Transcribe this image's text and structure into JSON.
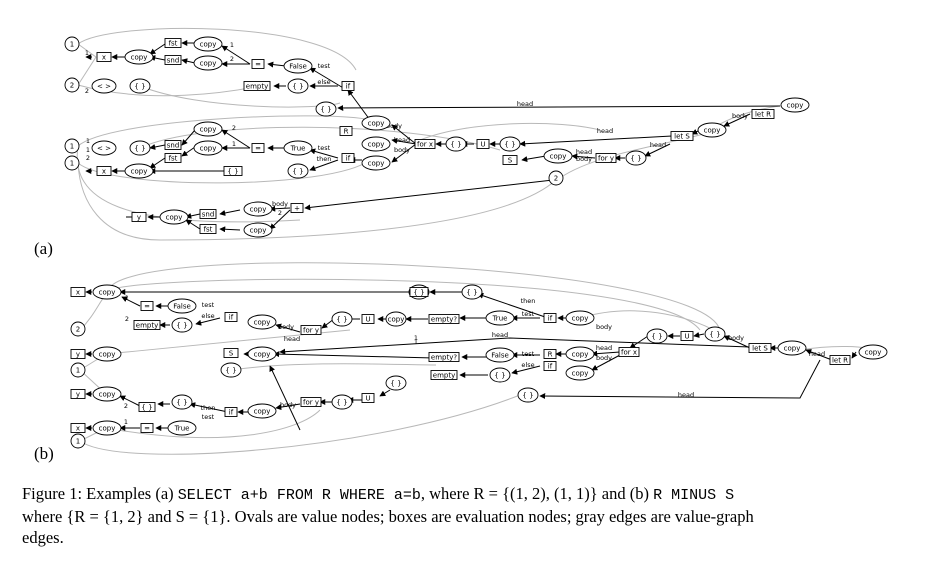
{
  "figure": {
    "label_a": "(a)",
    "label_b": "(b)"
  },
  "caption": {
    "lead": "Figure 1: Examples (a) ",
    "code1": "SELECT a+b FROM R WHERE a=b",
    "mid1": ", where R = {(1, 2), (1, 1)} and (b) ",
    "code2": "R MINUS S",
    "line2": "where {R = {1, 2} and S = {1}. Ovals are value nodes; boxes are evaluation nodes; gray edges are value-graph",
    "line3": "edges."
  },
  "graph_a": {
    "value_nodes": [
      {
        "id": "a1",
        "text": "1"
      },
      {
        "id": "a2",
        "text": "copy"
      },
      {
        "id": "a3",
        "text": "copy"
      },
      {
        "id": "a4",
        "text": "copy"
      },
      {
        "id": "a5",
        "text": "False"
      },
      {
        "id": "a6",
        "text": "2"
      },
      {
        "id": "a7",
        "text": "< >"
      },
      {
        "id": "a8",
        "text": "{ }"
      },
      {
        "id": "a9",
        "text": "{ }"
      },
      {
        "id": "a10",
        "text": "{ }"
      },
      {
        "id": "a11",
        "text": "copy"
      },
      {
        "id": "a12",
        "text": "copy"
      },
      {
        "id": "a13",
        "text": "1"
      },
      {
        "id": "a14",
        "text": "< >"
      },
      {
        "id": "a15",
        "text": "{ }"
      },
      {
        "id": "a16",
        "text": "copy"
      },
      {
        "id": "a17",
        "text": "copy"
      },
      {
        "id": "a18",
        "text": "True"
      },
      {
        "id": "a19",
        "text": "1"
      },
      {
        "id": "a20",
        "text": "copy"
      },
      {
        "id": "a21",
        "text": "{ }"
      },
      {
        "id": "a22",
        "text": "copy"
      },
      {
        "id": "a23",
        "text": "copy"
      },
      {
        "id": "a24",
        "text": "{ }"
      },
      {
        "id": "a25",
        "text": "{ }"
      },
      {
        "id": "a26",
        "text": "copy"
      },
      {
        "id": "a27",
        "text": "{ }"
      },
      {
        "id": "a28",
        "text": "2"
      },
      {
        "id": "a29",
        "text": "copy"
      },
      {
        "id": "a30",
        "text": "copy"
      },
      {
        "id": "a31",
        "text": "copy"
      },
      {
        "id": "a32",
        "text": "copy"
      },
      {
        "id": "a33",
        "text": "copy"
      }
    ],
    "eval_nodes": [
      {
        "id": "b1",
        "text": "fst"
      },
      {
        "id": "b2",
        "text": "snd"
      },
      {
        "id": "b3",
        "text": "x"
      },
      {
        "id": "b4",
        "text": "="
      },
      {
        "id": "b5",
        "text": "empty"
      },
      {
        "id": "b6",
        "text": "if"
      },
      {
        "id": "b7",
        "text": "R"
      },
      {
        "id": "b8",
        "text": "snd"
      },
      {
        "id": "b9",
        "text": "fst"
      },
      {
        "id": "b10",
        "text": "="
      },
      {
        "id": "b11",
        "text": "if"
      },
      {
        "id": "b12",
        "text": "x"
      },
      {
        "id": "b13",
        "text": "{ }"
      },
      {
        "id": "b14",
        "text": "for x"
      },
      {
        "id": "b15",
        "text": "U"
      },
      {
        "id": "b16",
        "text": "S"
      },
      {
        "id": "b17",
        "text": "for y"
      },
      {
        "id": "b18",
        "text": "y"
      },
      {
        "id": "b19",
        "text": "snd"
      },
      {
        "id": "b20",
        "text": "fst"
      },
      {
        "id": "b21",
        "text": "+"
      },
      {
        "id": "b22",
        "text": "let S"
      },
      {
        "id": "b23",
        "text": "let R"
      }
    ],
    "edge_labels": [
      "1",
      "2",
      "1",
      "2",
      "test",
      "else",
      "head",
      "body",
      "head",
      "body",
      "head",
      "2",
      "1",
      "test",
      "then",
      "head",
      "body",
      "head",
      "body",
      "body",
      "2",
      "1",
      "1",
      "2"
    ]
  },
  "graph_b": {
    "value_nodes": [
      {
        "id": "c1",
        "text": "copy"
      },
      {
        "id": "c2",
        "text": "{ }"
      },
      {
        "id": "c3",
        "text": "False"
      },
      {
        "id": "c4",
        "text": "{ }"
      },
      {
        "id": "c5",
        "text": "2"
      },
      {
        "id": "c6",
        "text": "copy"
      },
      {
        "id": "c7",
        "text": "{ }"
      },
      {
        "id": "c8",
        "text": "{ }"
      },
      {
        "id": "c9",
        "text": "True"
      },
      {
        "id": "c10",
        "text": "copy"
      },
      {
        "id": "c11",
        "text": "copy"
      },
      {
        "id": "c12",
        "text": "1"
      },
      {
        "id": "c13",
        "text": "copy"
      },
      {
        "id": "c14",
        "text": "{ }"
      },
      {
        "id": "c15",
        "text": "False"
      },
      {
        "id": "c16",
        "text": "copy"
      },
      {
        "id": "c17",
        "text": "copy"
      },
      {
        "id": "c18",
        "text": "{ }"
      },
      {
        "id": "c19",
        "text": "{ }"
      },
      {
        "id": "c20",
        "text": "copy"
      },
      {
        "id": "c21",
        "text": "copy"
      },
      {
        "id": "c22",
        "text": "{ }"
      },
      {
        "id": "c23",
        "text": "{ }"
      },
      {
        "id": "c24",
        "text": "copy"
      },
      {
        "id": "c25",
        "text": "{ }"
      },
      {
        "id": "c26",
        "text": "{ }"
      },
      {
        "id": "c27",
        "text": "copy"
      },
      {
        "id": "c28",
        "text": "True"
      },
      {
        "id": "c29",
        "text": "1"
      },
      {
        "id": "c30",
        "text": "copy"
      },
      {
        "id": "c31",
        "text": "{ }"
      },
      {
        "id": "c32",
        "text": "{ }"
      },
      {
        "id": "c33",
        "text": "copy"
      },
      {
        "id": "c34",
        "text": "{ }"
      },
      {
        "id": "c35",
        "text": "{ }"
      }
    ],
    "eval_nodes": [
      {
        "id": "d1",
        "text": "x"
      },
      {
        "id": "d2",
        "text": "{ }"
      },
      {
        "id": "d3",
        "text": "="
      },
      {
        "id": "d4",
        "text": "empty"
      },
      {
        "id": "d5",
        "text": "if"
      },
      {
        "id": "d6",
        "text": "for y"
      },
      {
        "id": "d7",
        "text": "U"
      },
      {
        "id": "d8",
        "text": "empty?"
      },
      {
        "id": "d9",
        "text": "if"
      },
      {
        "id": "d10",
        "text": "y"
      },
      {
        "id": "d11",
        "text": "S"
      },
      {
        "id": "d12",
        "text": "empty?"
      },
      {
        "id": "d13",
        "text": "empty"
      },
      {
        "id": "d14",
        "text": "R"
      },
      {
        "id": "d15",
        "text": "if"
      },
      {
        "id": "d16",
        "text": "for x"
      },
      {
        "id": "d17",
        "text": "U"
      },
      {
        "id": "d18",
        "text": "let S"
      },
      {
        "id": "d19",
        "text": "let R"
      },
      {
        "id": "d20",
        "text": "y"
      },
      {
        "id": "d21",
        "text": "{ }"
      },
      {
        "id": "d22",
        "text": "if"
      },
      {
        "id": "d23",
        "text": "for y"
      },
      {
        "id": "d24",
        "text": "U"
      },
      {
        "id": "d25",
        "text": "x"
      },
      {
        "id": "d26",
        "text": "="
      }
    ],
    "edge_labels": [
      "1",
      "test",
      "2",
      "else",
      "body",
      "then",
      "test",
      "1",
      "head",
      "body",
      "body",
      "head",
      "test",
      "else",
      "head",
      "body",
      "head",
      "1",
      "then",
      "test",
      "body",
      "2",
      "1",
      "head"
    ]
  }
}
